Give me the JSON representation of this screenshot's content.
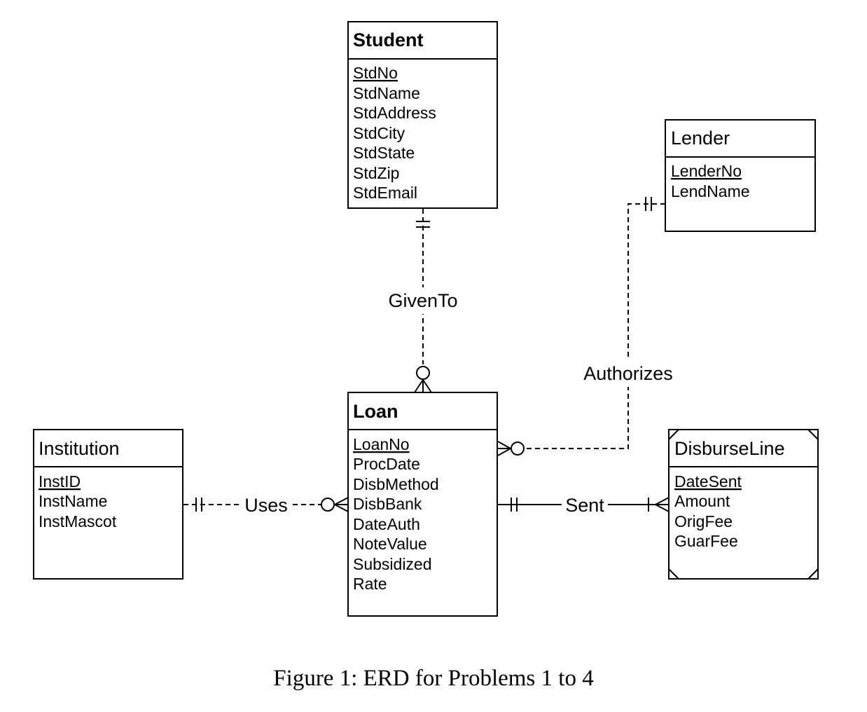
{
  "entities": {
    "student": {
      "name": "Student",
      "pk": "StdNo",
      "attributes": [
        "StdName",
        "StdAddress",
        "StdCity",
        "StdState",
        "StdZip",
        "StdEmail"
      ]
    },
    "lender": {
      "name": "Lender",
      "pk": "LenderNo",
      "attributes": [
        "LendName"
      ]
    },
    "loan": {
      "name": "Loan",
      "pk": "LoanNo",
      "attributes": [
        "ProcDate",
        "DisbMethod",
        "DisbBank",
        "DateAuth",
        "NoteValue",
        "Subsidized",
        "Rate"
      ]
    },
    "institution": {
      "name": "Institution",
      "pk": "InstID",
      "attributes": [
        "InstName",
        "InstMascot"
      ]
    },
    "disburseline": {
      "name": "DisburseLine",
      "pk": "DateSent",
      "attributes": [
        "Amount",
        "OrigFee",
        "GuarFee"
      ]
    }
  },
  "relationships": {
    "given_to": "GivenTo",
    "authorizes": "Authorizes",
    "uses": "Uses",
    "sent": "Sent"
  },
  "caption": "Figure 1: ERD for Problems 1 to 4"
}
